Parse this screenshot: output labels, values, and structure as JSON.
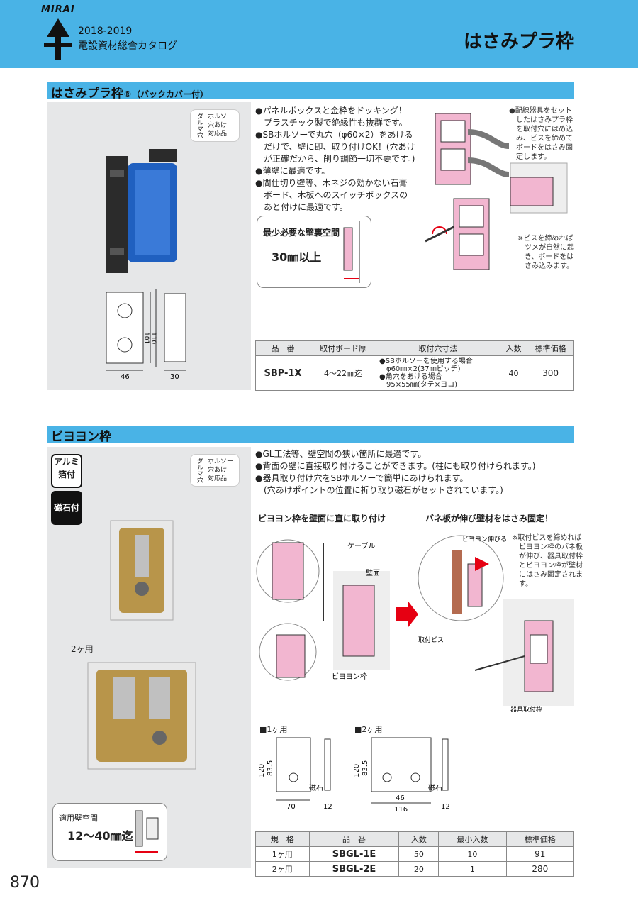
{
  "header": {
    "logo": "MIRAI",
    "catalog_year": "2018-2019",
    "catalog_name": "電設資材総合カタログ",
    "page_title": "はさみプラ枠"
  },
  "section1": {
    "title": "はさみプラ枠",
    "reg": "®",
    "subtitle": "（バックカバー付）",
    "badge_vertical": "ダルマ穴",
    "badge_lines": [
      "ホルソー",
      "穴あけ",
      "対応品"
    ],
    "bullets": [
      "●パネルボックスと金枠をドッキング！",
      "　プラスチック製で絶縁性も抜群です。",
      "●SBホルソーで丸穴（φ60×2）をあける",
      "　だけで、壁に即、取り付けOK！(穴あけ",
      "　が正確だから、削り調節一切不要です。)",
      "●薄壁に最適です。",
      "●間仕切り壁等、木ネジの効かない石膏",
      "　ボード、木板へのスイッチボックスの",
      "　あと付けに最適です。"
    ],
    "space_label": "最少必要な壁裏空間",
    "space_value": "30㎜以上",
    "note1": [
      "●配線器具をセット",
      "　したはさみプラ枠",
      "　を取付穴にはめ込",
      "　み、ビスを締めて",
      "　ボードをはさみ固",
      "　定します。"
    ],
    "note2": [
      "※ビスを締めれば",
      "　ツメが自然に起",
      "　き、ボードをは",
      "　さみ込みます。"
    ],
    "dims": {
      "w": "46",
      "h1": "101",
      "h2": "110",
      "d": "30"
    },
    "table": {
      "headers": [
        "品　番",
        "取付ボード厚",
        "取付穴寸法",
        "入数",
        "標準価格"
      ],
      "row": {
        "model": "SBP-1X",
        "thickness": "4〜22㎜迄",
        "hole": [
          "●SBホルソーを使用する場合",
          "　φ60㎜×2(37㎜ピッチ)",
          "●角穴をあける場合",
          "　95×55㎜(タテ×ヨコ)"
        ],
        "qty": "40",
        "price": "300"
      }
    }
  },
  "section2": {
    "title": "ビヨヨン枠",
    "tag1": [
      "アルミ",
      "箔付"
    ],
    "tag2": "磁石付",
    "badge_vertical": "ダルマ穴",
    "badge_lines": [
      "ホルソー",
      "穴あけ",
      "対応品"
    ],
    "bullets": [
      "●GL工法等、壁空間の狭い箇所に最適です。",
      "●背面の壁に直接取り付けることができます。(柱にも取り付けられます。)",
      "●器具取り付け穴をSBホルソーで簡単にあけられます。",
      "　(穴あけポイントの位置に折り取り磁石がセットされています。)"
    ],
    "two_label": "2ヶ用",
    "wall_space_label": "適用壁空間",
    "wall_space_value": "12〜40㎜迄",
    "fig1_title": "ビヨヨン枠を壁面に直に取り付け",
    "fig2_title": "バネ板が伸び壁材をはさみ固定！",
    "fig_labels": {
      "cable": "ケーブル",
      "wall": "壁面",
      "frame": "ビヨヨン枠",
      "stretch": "ビヨヨン伸びる",
      "screw": "取付ビス",
      "mount": "器具取付枠"
    },
    "note": [
      "※取付ビスを締めれば",
      "　ビヨヨン枠のバネ板",
      "　が伸び、器具取付枠",
      "　とビヨヨン枠が壁材",
      "　にはさみ固定されま",
      "　す。"
    ],
    "draw1_label": "■1ヶ用",
    "draw2_label": "■2ヶ用",
    "dims1": {
      "h": "120",
      "h2": "83.5",
      "w": "70",
      "d": "12",
      "magnet": "磁石"
    },
    "dims2": {
      "h": "120",
      "h2": "83.5",
      "w": "116",
      "pitch": "46",
      "d": "12",
      "magnet": "磁石"
    },
    "table": {
      "headers": [
        "規　格",
        "品　番",
        "入数",
        "最小入数",
        "標準価格"
      ],
      "rows": [
        [
          "1ヶ用",
          "SBGL-1E",
          "50",
          "10",
          "91"
        ],
        [
          "2ヶ用",
          "SBGL-2E",
          "20",
          "1",
          "280"
        ]
      ]
    }
  },
  "footer": {
    "page_number": "870"
  }
}
